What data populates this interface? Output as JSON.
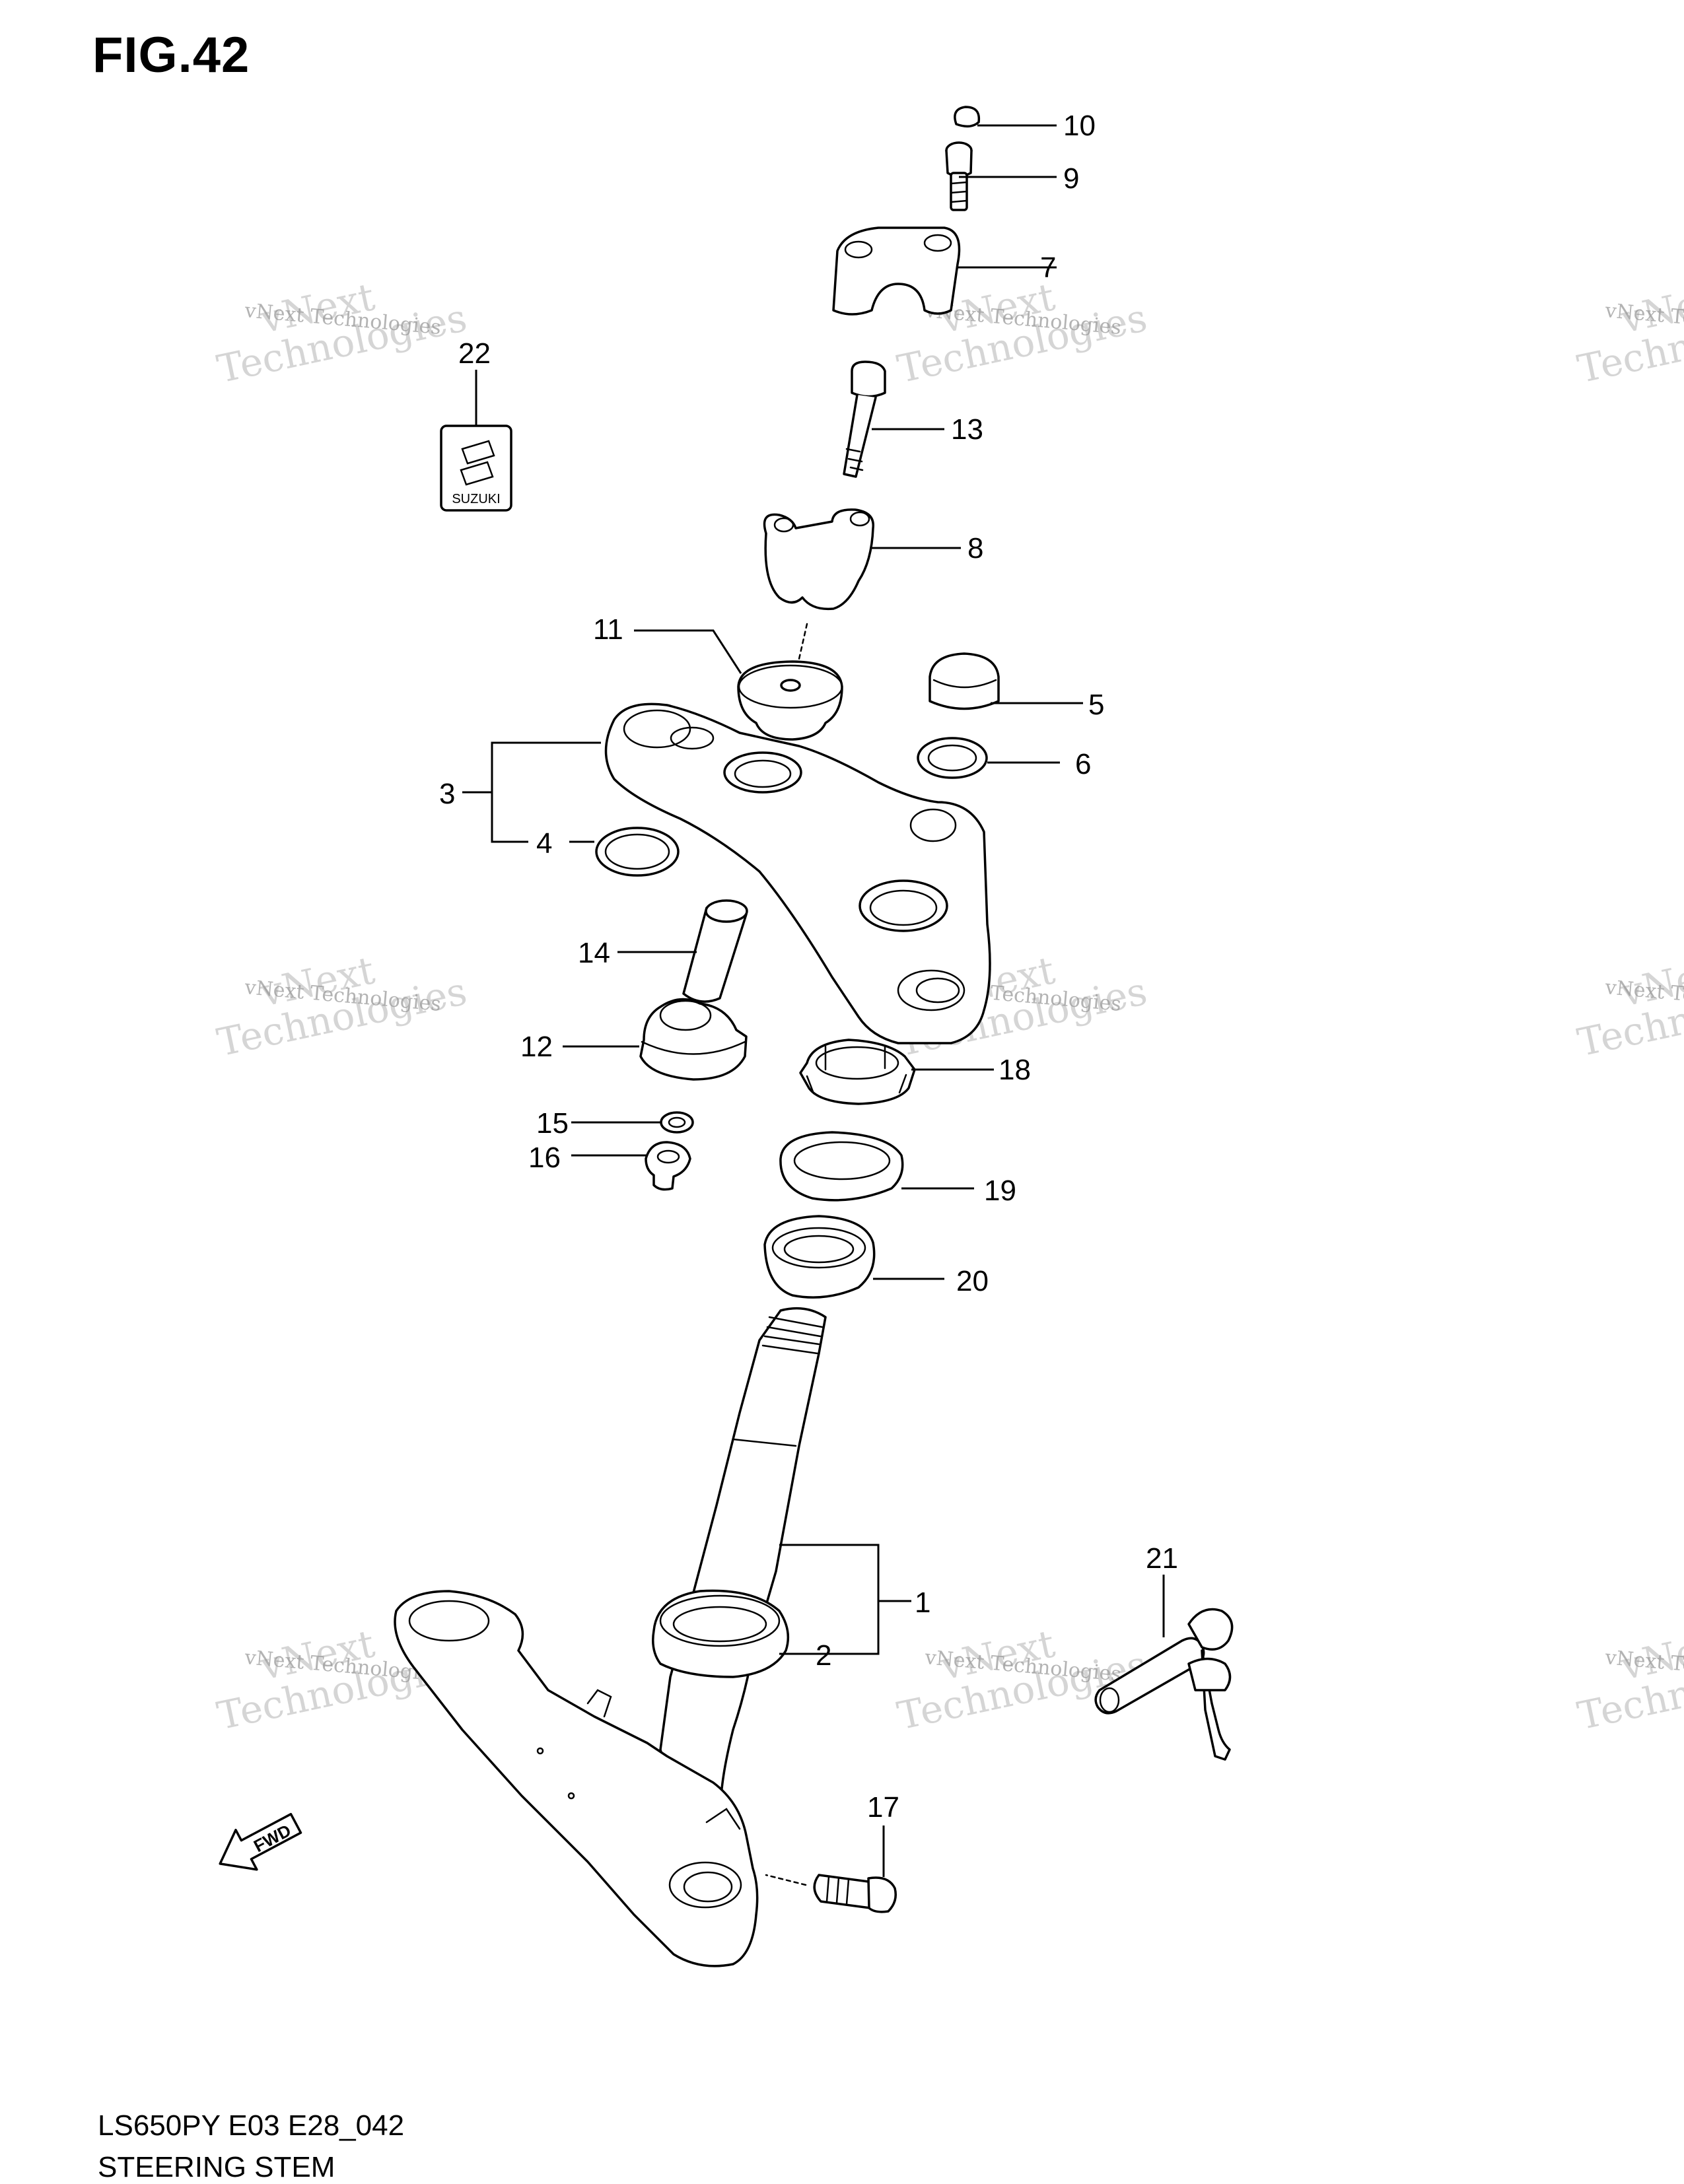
{
  "figure_title": "FIG.42",
  "watermark": {
    "line1": "vNext",
    "line2": "Technologies",
    "small": "vNext Technologies"
  },
  "callouts": [
    "1",
    "2",
    "3",
    "4",
    "5",
    "6",
    "7",
    "8",
    "9",
    "10",
    "11",
    "12",
    "13",
    "14",
    "15",
    "16",
    "17",
    "18",
    "19",
    "20",
    "21",
    "22"
  ],
  "emblem_text": "SUZUKI",
  "fwd_text": "FWD",
  "footer": {
    "model_code": "LS650PY E03 E28_042",
    "section_name": "STEERING STEM"
  }
}
